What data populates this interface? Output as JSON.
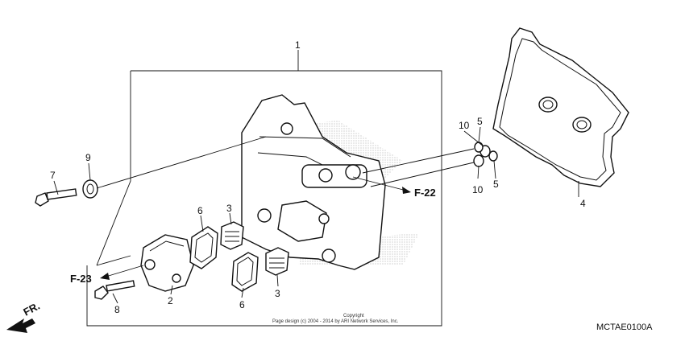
{
  "labels": {
    "p1": "1",
    "p2": "2",
    "p3a": "3",
    "p3b": "3",
    "p4": "4",
    "p5a": "5",
    "p5b": "5",
    "p6a": "6",
    "p6b": "6",
    "p7": "7",
    "p8": "8",
    "p9": "9",
    "p10a": "10",
    "p10b": "10"
  },
  "refs": {
    "f22": "F-22",
    "f23": "F-23"
  },
  "direction": "FR.",
  "copyright_line1": "Copyright",
  "copyright_line2": "Page design (c) 2004 - 2014 by ARI Network Services, Inc.",
  "diagram_code": "MCTAE0100A"
}
